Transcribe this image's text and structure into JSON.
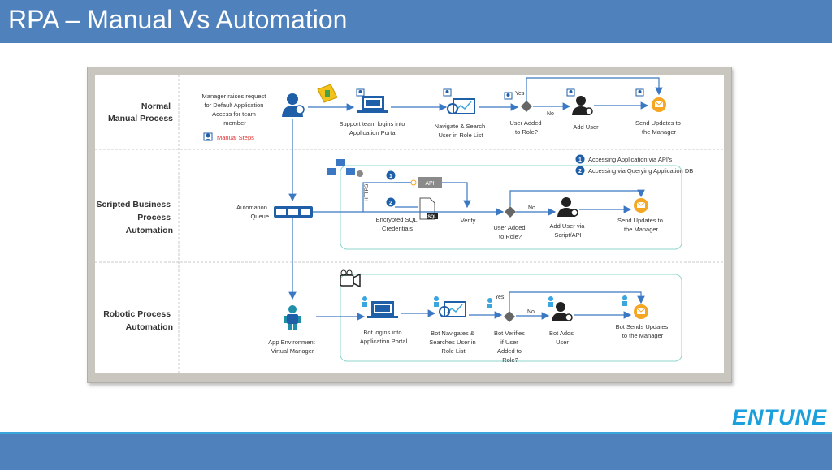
{
  "title": "RPA – Manual Vs Automation",
  "logo": "ENTUNE",
  "colors": {
    "header": "#4f81bd",
    "accent_line": "#3aa6dd",
    "teal_box": "#8fd6cc",
    "arrow": "#3b78c4",
    "red": "#e03030"
  },
  "rows": [
    {
      "label": [
        "Normal",
        "Manual Process"
      ]
    },
    {
      "label": [
        "Scripted Business",
        "Process",
        "Automation"
      ]
    },
    {
      "label": [
        "Robotic Process",
        "Automation"
      ]
    }
  ],
  "manual": {
    "manager": [
      "Manager raises request",
      "for Default Application",
      "Access for team",
      "member"
    ],
    "legend": "Manual Steps",
    "login": [
      "Support team logins into",
      "Application Portal"
    ],
    "navigate": [
      "Navigate & Search",
      "User in Role List"
    ],
    "decision": [
      "User Added",
      "to Role?"
    ],
    "yes": "Yes",
    "no": "No",
    "add_user": [
      "Add User"
    ],
    "send": [
      "Send Updates to",
      "the Manager"
    ]
  },
  "scripted": {
    "queue": [
      "Automation",
      "Queue"
    ],
    "api_legend_1": "Accessing Application via API's",
    "api_legend_2": "Accessing via Querying Application DB",
    "num1": "1",
    "num2": "2",
    "https": "HTTPS",
    "api": "API",
    "sql": "SQL",
    "credentials": [
      "Encrypted SQL",
      "Credentials"
    ],
    "verify": [
      "Verify"
    ],
    "decision": [
      "User Added",
      "to Role?"
    ],
    "no": "No",
    "add_user": [
      "Add User via",
      "Script/API"
    ],
    "send": [
      "Send Updates to",
      "the Manager"
    ]
  },
  "robotic": {
    "vm": [
      "App Environment",
      "Virtual Manager"
    ],
    "login": [
      "Bot logins into",
      "Application Portal"
    ],
    "navigate": [
      "Bot Navigates &",
      "Searches User in",
      "Role List"
    ],
    "decision": [
      "Bot Verifies",
      "if User",
      "Added to",
      "Role?"
    ],
    "yes": "Yes",
    "no": "No",
    "add_user": [
      "Bot Adds",
      "User"
    ],
    "send": [
      "Bot Sends Updates",
      "to the Manager"
    ]
  }
}
